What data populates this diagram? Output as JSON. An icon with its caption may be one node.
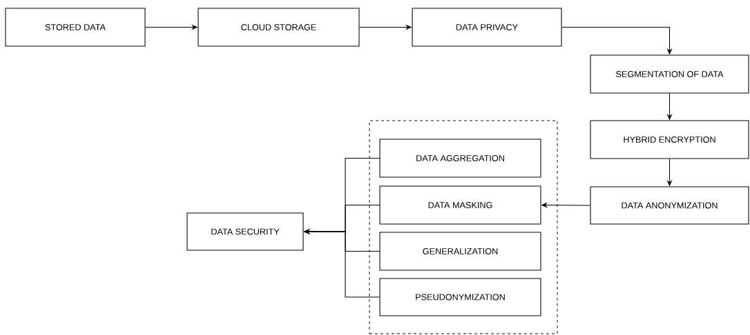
{
  "diagram": {
    "nodes": [
      {
        "text": [
          "STORED DATA"
        ]
      },
      {
        "text": [
          "CLOUD STORAGE"
        ]
      },
      {
        "text": [
          "DATA PRIVACY"
        ]
      },
      {
        "text": [
          "SEGMENTATION OF DATA"
        ]
      },
      {
        "text": [
          "HYBRID ENCRYPTION"
        ]
      },
      {
        "text": [
          "DATA ANONYMIZATION"
        ]
      },
      {
        "text": [],
        "shape": "box"
      },
      {
        "text": [
          "DATA  AGGREGATION"
        ],
        "in": 6
      },
      {
        "text": [
          "DATA MASKING"
        ],
        "in": 6
      },
      {
        "text": [
          "GENERALIZATION"
        ],
        "in": 6
      },
      {
        "text": [
          "PSEUDONYMIZATION"
        ],
        "in": 6
      },
      {
        "text": [
          "DATA SECURITY"
        ]
      }
    ],
    "edges": [
      {
        "from": 0,
        "to": 1,
        "arrow": "to"
      },
      {
        "from": 1,
        "to": 2,
        "arrow": "to"
      },
      {
        "from": 2,
        "to": 3,
        "arrow": "to"
      },
      {
        "from": 3,
        "to": 4,
        "arrow": "to"
      },
      {
        "from": 4,
        "to": 5,
        "arrow": "to"
      },
      {
        "from": 5,
        "to": 8,
        "arrow": "to"
      },
      {
        "from": 7,
        "to": 11,
        "arrow": "to"
      },
      {
        "from": 8,
        "to": 11,
        "arrow": "to"
      },
      {
        "from": 9,
        "to": 11,
        "arrow": "to"
      },
      {
        "from": 10,
        "to": 11,
        "arrow": "to"
      }
    ]
  }
}
